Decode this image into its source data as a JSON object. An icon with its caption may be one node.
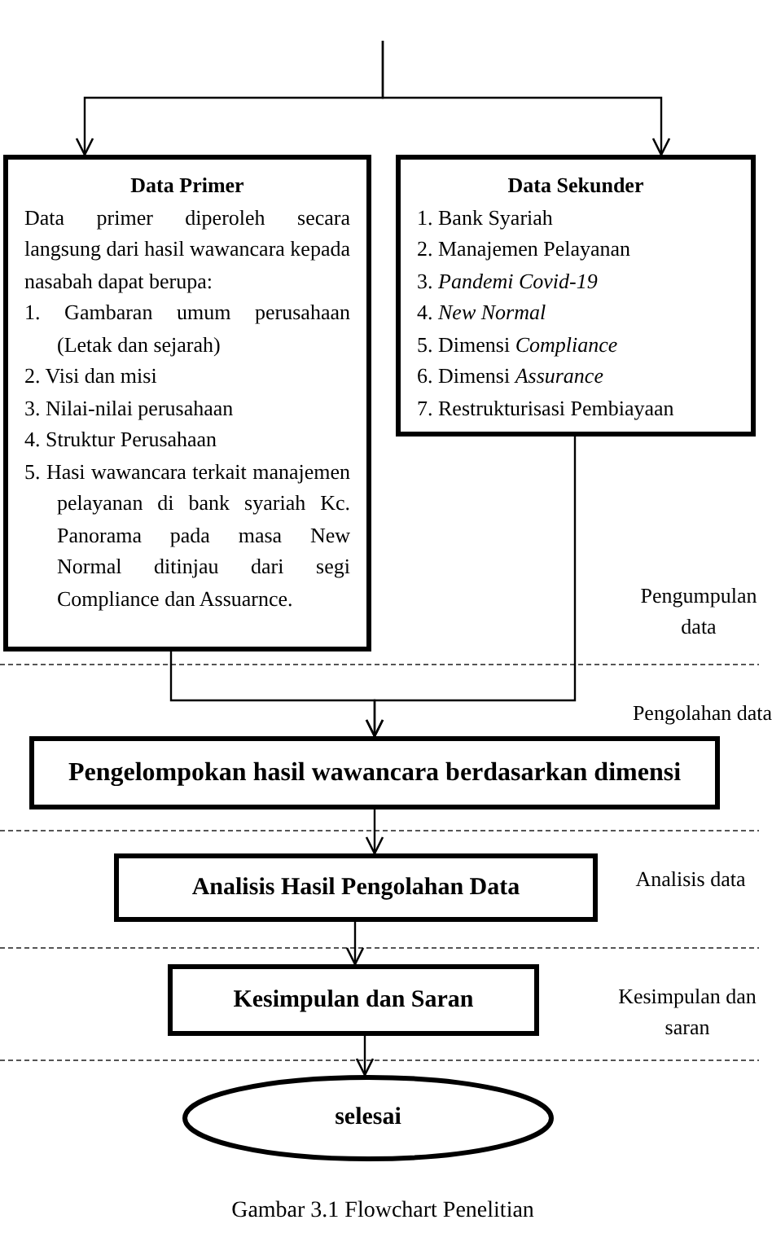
{
  "diagram": {
    "caption": "Gambar 3.1 Flowchart Penelitian",
    "nodes": [
      {
        "text": [
          "Data Primer",
          "Data primer diperoleh secara langsung dari hasil wawancara kepada nasabah dapat berupa:",
          "1. Gambaran umum perusahaan (Letak dan sejarah)",
          "2. Visi dan misi",
          "3. Nilai-nilai perusahaan",
          "4. Struktur Perusahaan",
          "5. Hasi wawancara terkait manajemen pelayanan di bank syariah Kc. Panorama pada masa New Normal ditinjau dari segi Compliance dan Assuarnce."
        ]
      },
      {
        "text": [
          "Data Sekunder",
          "1. Bank Syariah",
          "2. Manajemen Pelayanan",
          "3. *Pandemi  Covid-19*",
          "4. *New Normal*",
          "5. Dimensi *Compliance*",
          "6. Dimensi *Assurance*",
          "7. Restrukturisasi Pembiayaan"
        ]
      },
      {
        "text": [
          "Pengelompokan hasil wawancara berdasarkan dimensi"
        ]
      },
      {
        "text": [
          "Analisis Hasil Pengolahan Data"
        ]
      },
      {
        "text": [
          "Kesimpulan dan Saran"
        ]
      },
      {
        "text": [
          "selesai"
        ]
      }
    ],
    "edges": [
      {
        "from": null,
        "to": 0,
        "arrow": "to"
      },
      {
        "from": null,
        "to": 1,
        "arrow": "to"
      },
      {
        "from": 0,
        "to": 2,
        "arrow": "to"
      },
      {
        "from": 1,
        "to": 2,
        "arrow": "to"
      },
      {
        "from": 2,
        "to": 3,
        "arrow": "to"
      },
      {
        "from": 3,
        "to": 4,
        "arrow": "to"
      },
      {
        "from": 4,
        "to": 5,
        "arrow": "to"
      }
    ],
    "labels": [
      "Pengumpulan data",
      "Pengolahan data",
      "Analisis data",
      "Kesimpulan dan saran"
    ]
  }
}
